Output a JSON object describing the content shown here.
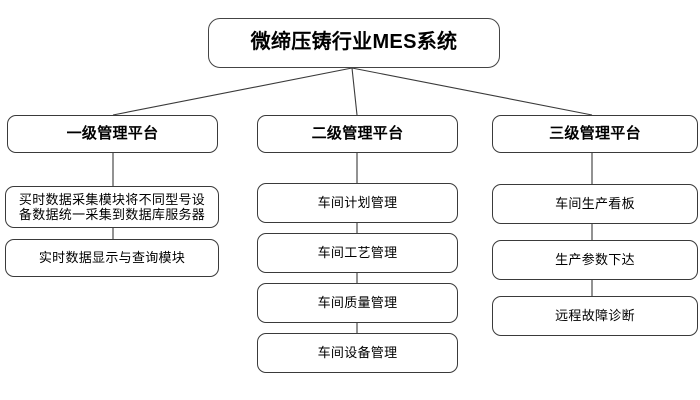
{
  "diagram": {
    "type": "org-tree",
    "background_color": "#ffffff",
    "line_color": "#3a3a3a",
    "text_color": "#000000",
    "root": {
      "label": "微缔压铸行业MES系统"
    },
    "branches": [
      {
        "id": "level-1",
        "header": "一级管理平台",
        "items": [
          "买时数据采集模块将不同型号设\n备数据统一采集到数据库服务器",
          "实时数据显示与查询模块"
        ]
      },
      {
        "id": "level-2",
        "header": "二级管理平台",
        "items": [
          "车间计划管理",
          "车间工艺管理",
          "车间质量管理",
          "车间设备管理"
        ]
      },
      {
        "id": "level-3",
        "header": "三级管理平台",
        "items": [
          "车间生产看板",
          "生产参数下达",
          "远程故障诊断"
        ]
      }
    ]
  }
}
